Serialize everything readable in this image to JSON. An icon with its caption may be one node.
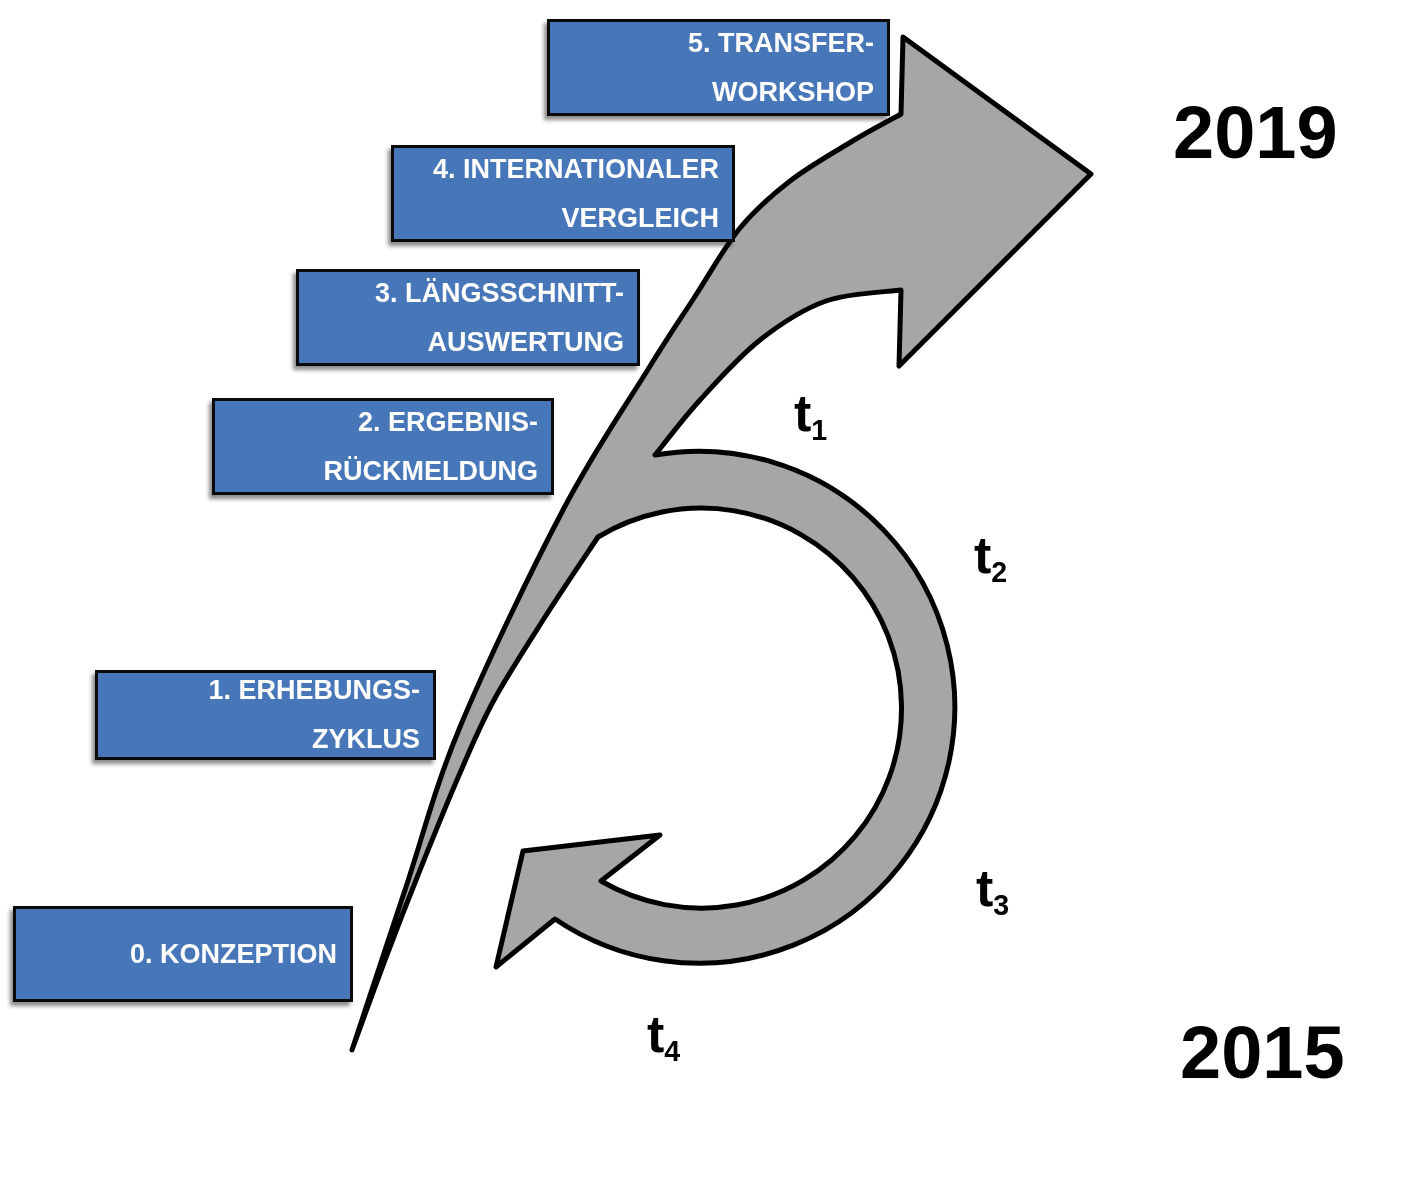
{
  "diagram": {
    "nodes": [
      {
        "text": [
          "5. TRANSFER- WORKSHOP"
        ]
      },
      {
        "text": [
          "4. INTERNATIONALER VERGLEICH"
        ]
      },
      {
        "text": [
          "3. LÄNGSSCHNITT- AUSWERTUNG"
        ]
      },
      {
        "text": [
          "2. ERGEBNIS- RÜCKMELDUNG"
        ]
      },
      {
        "text": [
          "1. ERHEBUNGS- ZYKLUS"
        ]
      },
      {
        "text": [
          "0. KONZEPTION"
        ]
      }
    ],
    "labels": [
      "2019",
      "t$_{1}$",
      "t$_{2}$",
      "t$_{3}$",
      "t$_{4}$",
      "2015"
    ]
  }
}
